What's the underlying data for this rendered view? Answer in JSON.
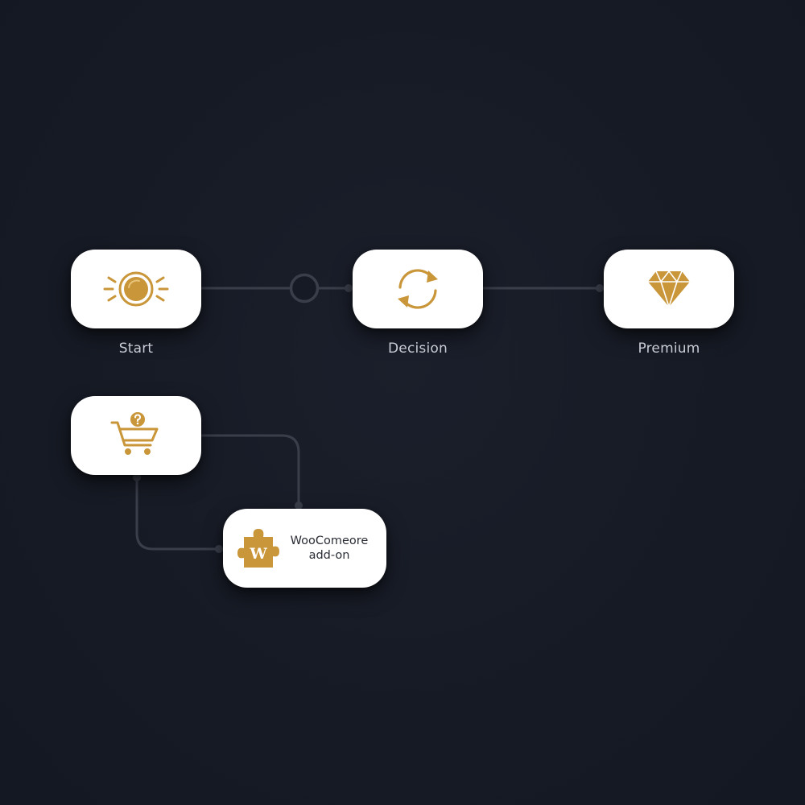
{
  "colors": {
    "background": "#161a25",
    "node_fill": "#ffffff",
    "accent": "#c9963a",
    "connector": "#3a3e4a",
    "label_text": "#c9ccd4"
  },
  "nodes": {
    "start": {
      "label": "Start",
      "icon": "sun-icon"
    },
    "decision": {
      "label": "Decision",
      "icon": "refresh-cycle-icon"
    },
    "premium": {
      "label": "Premium",
      "icon": "diamond-icon"
    },
    "cart": {
      "icon": "shopping-cart-question-icon"
    },
    "woo": {
      "line1": "WooComeore",
      "line2": "add-on",
      "icon": "puzzle-piece-w-icon",
      "icon_letter": "W"
    }
  }
}
